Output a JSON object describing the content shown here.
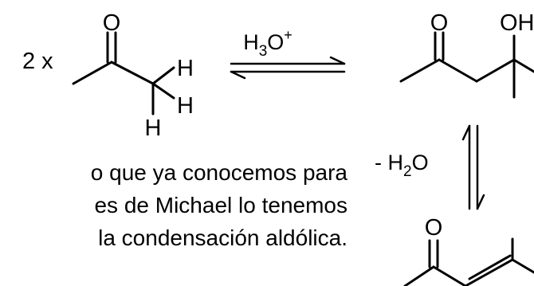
{
  "reaction": {
    "multiplier": "2 x",
    "reactant_atoms": {
      "oxygen": "O",
      "h_top": "H",
      "h_mid": "H",
      "h_bottom": "H"
    },
    "catalyst": {
      "base": "H",
      "sub": "3",
      "mid": "O",
      "sup": "+"
    },
    "aldol_atoms": {
      "oxygen": "O",
      "hydroxyl": "OH"
    },
    "dehydration": {
      "prefix": "- H",
      "sub": "2",
      "suffix": "O"
    },
    "enone_atoms": {
      "oxygen": "O"
    }
  },
  "caption": {
    "lines": [
      "o que ya conocemos para",
      "es de Michael lo tenemos",
      "la condensación aldólica."
    ]
  }
}
